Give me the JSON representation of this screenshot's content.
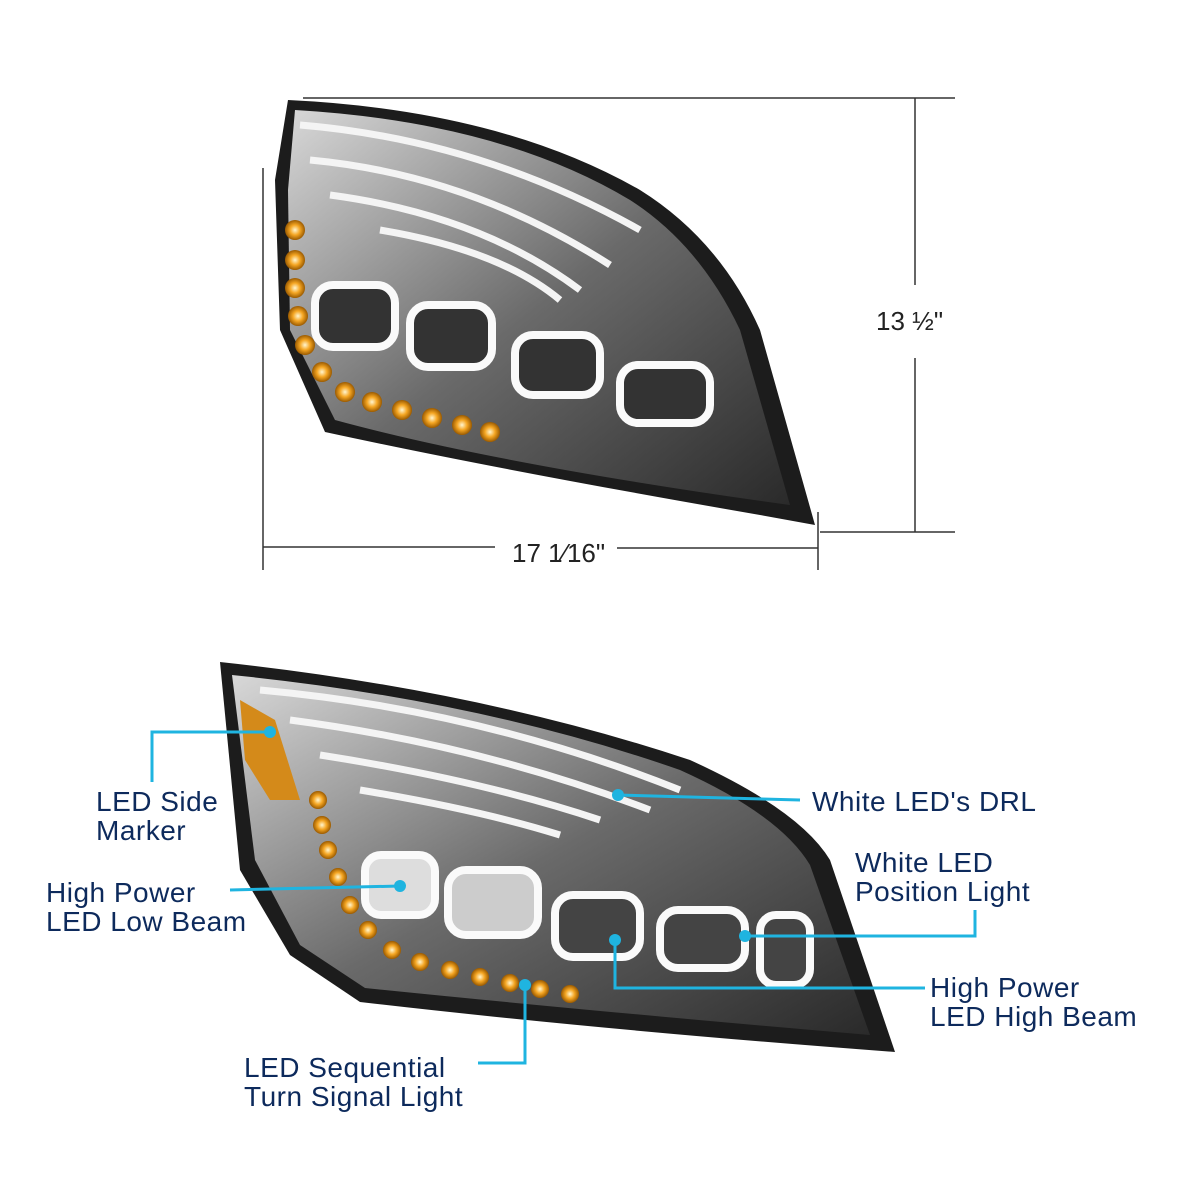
{
  "dimensions": {
    "height": "13 ½\"",
    "width": "17 1⁄16\""
  },
  "callouts": {
    "side_marker": [
      "LED Side",
      "Marker"
    ],
    "drl": [
      "White LED's DRL"
    ],
    "low_beam": [
      "High Power",
      "LED Low Beam"
    ],
    "position_light": [
      "White LED",
      "Position Light"
    ],
    "high_beam": [
      "High Power",
      "LED High Beam"
    ],
    "turn_signal": [
      "LED Sequential",
      "Turn Signal Light"
    ]
  },
  "colors": {
    "label_text": "#0d2a5c",
    "callout_line": "#1fb4e0",
    "dimension_line": "#333333",
    "amber_led": "#f5a623",
    "housing": "#1c1c1c"
  }
}
